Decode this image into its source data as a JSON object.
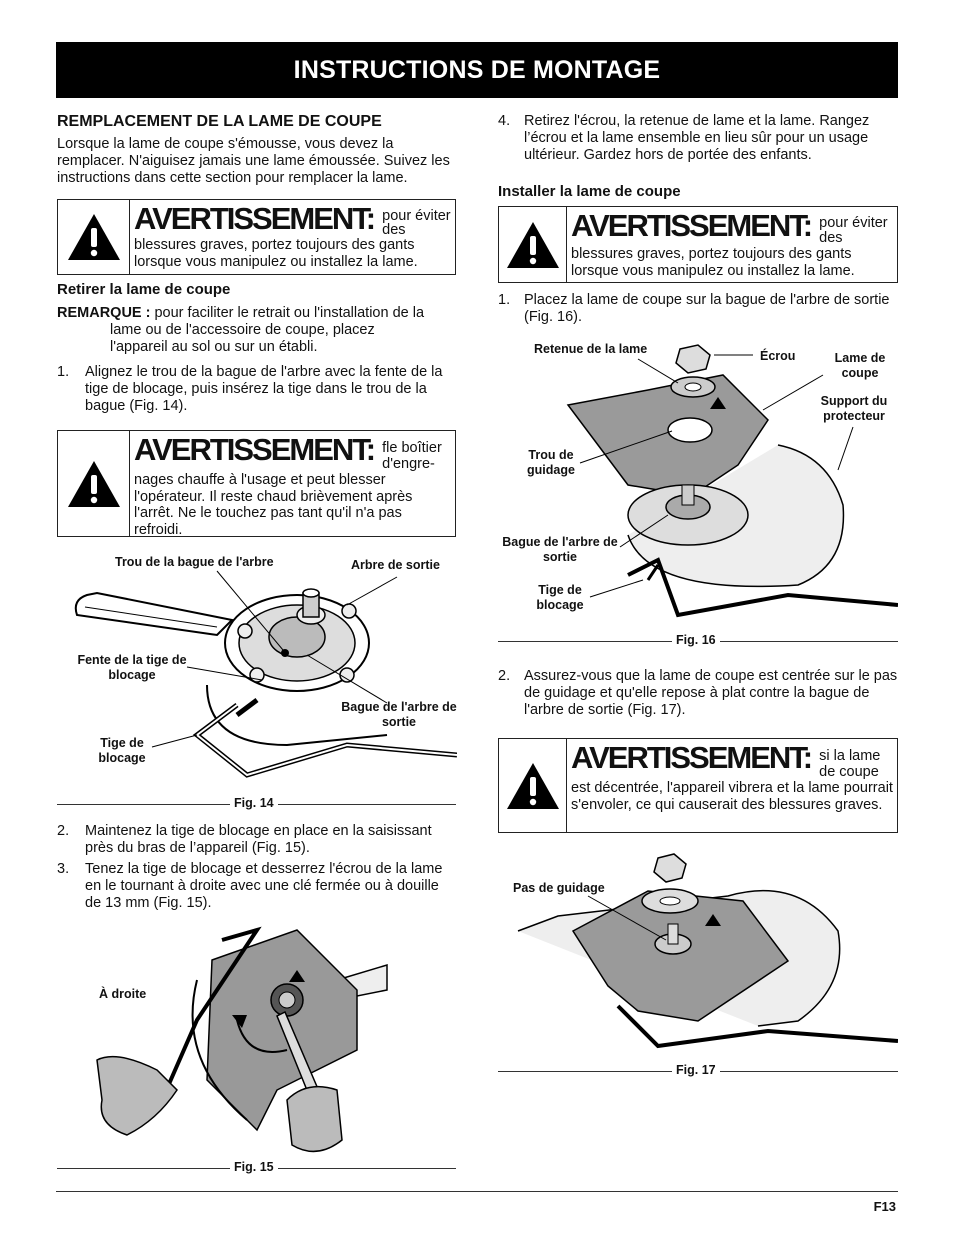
{
  "header": {
    "title": "INSTRUCTIONS DE MONTAGE"
  },
  "left": {
    "section_title": "REMPLACEMENT DE LA LAME DE COUPE",
    "intro": "Lorsque la lame de coupe s'émousse, vous devez la remplacer. N'aiguisez jamais une lame émoussée. Suivez les instructions dans cette section pour remplacer la lame.",
    "warning1": {
      "word": "AVERTISSEMENT:",
      "lead": "pour éviter des",
      "text": "blessures graves, portez toujours des gants lorsque vous manipulez ou installez la lame."
    },
    "remove_title": "Retirer la lame de coupe",
    "note_label": "REMARQUE :",
    "note_first": "pour faciliter le retrait ou l'installation de la",
    "note_rest": "lame ou de l'accessoire de coupe, placez l'appareil au sol ou sur un établi.",
    "step1_num": "1.",
    "step1": "Alignez le trou de la bague de l'arbre avec la fente de la tige de blocage, puis insérez la tige dans le trou de la bague (Fig. 14).",
    "warning2": {
      "word": "AVERTISSEMENT:",
      "lead": "fle boîtier d'engre-",
      "text": "nages chauffe à l'usage et peut blesser l'opérateur. Il reste chaud brièvement après l'arrêt. Ne le touchez pas tant qu'il n'a pas refroidi."
    },
    "fig14": {
      "caption": "Fig. 14",
      "label_hole": "Trou de la bague de l'arbre",
      "label_shaft": "Arbre de sortie",
      "label_slot": "Fente de la tige de blocage",
      "label_bushing": "Bague de l'arbre de sortie",
      "label_rod": "Tige de blocage"
    },
    "step2_num": "2.",
    "step2": "Maintenez la tige de blocage en place en la saisissant près du bras de l’appareil (Fig. 15).",
    "step3_num": "3.",
    "step3": "Tenez la tige de blocage et desserrez l'écrou de la lame en le tournant à droite avec une clé fermée ou à douille de 13 mm (Fig. 15).",
    "fig15": {
      "caption": "Fig. 15",
      "label_right": "À droite"
    }
  },
  "right": {
    "step4_num": "4.",
    "step4": "Retirez l'écrou, la retenue de lame et la lame. Rangez l’écrou et la lame ensemble en lieu sûr pour un usage ultérieur. Gardez hors de portée des enfants.",
    "install_title": "Installer la lame de coupe",
    "warning3": {
      "word": "AVERTISSEMENT:",
      "lead": "pour éviter des",
      "text": "blessures graves, portez toujours des gants lorsque vous manipulez ou installez la lame."
    },
    "istep1_num": "1.",
    "istep1": "Placez la lame de coupe sur la bague de l'arbre de sortie (Fig. 16).",
    "fig16": {
      "caption": "Fig. 16",
      "label_retainer": "Retenue de la lame",
      "label_nut": "Écrou",
      "label_blade": "Lame de coupe",
      "label_support": "Support du protecteur",
      "label_guide": "Trou de guidage",
      "label_bushing": "Bague de l'arbre de sortie",
      "label_rod": "Tige de blocage"
    },
    "istep2_num": "2.",
    "istep2": "Assurez-vous que la lame de coupe est centrée sur le pas de guidage et qu'elle repose à plat contre la bague de l'arbre de sortie (Fig. 17).",
    "warning4": {
      "word": "AVERTISSEMENT:",
      "lead": "si la lame de coupe",
      "text": "est décentrée, l'appareil vibrera et la lame pourrait s'envoler, ce qui causerait des blessures graves."
    },
    "fig17": {
      "caption": "Fig. 17",
      "label_step": "Pas de guidage"
    }
  },
  "footer": {
    "page": "F13"
  }
}
